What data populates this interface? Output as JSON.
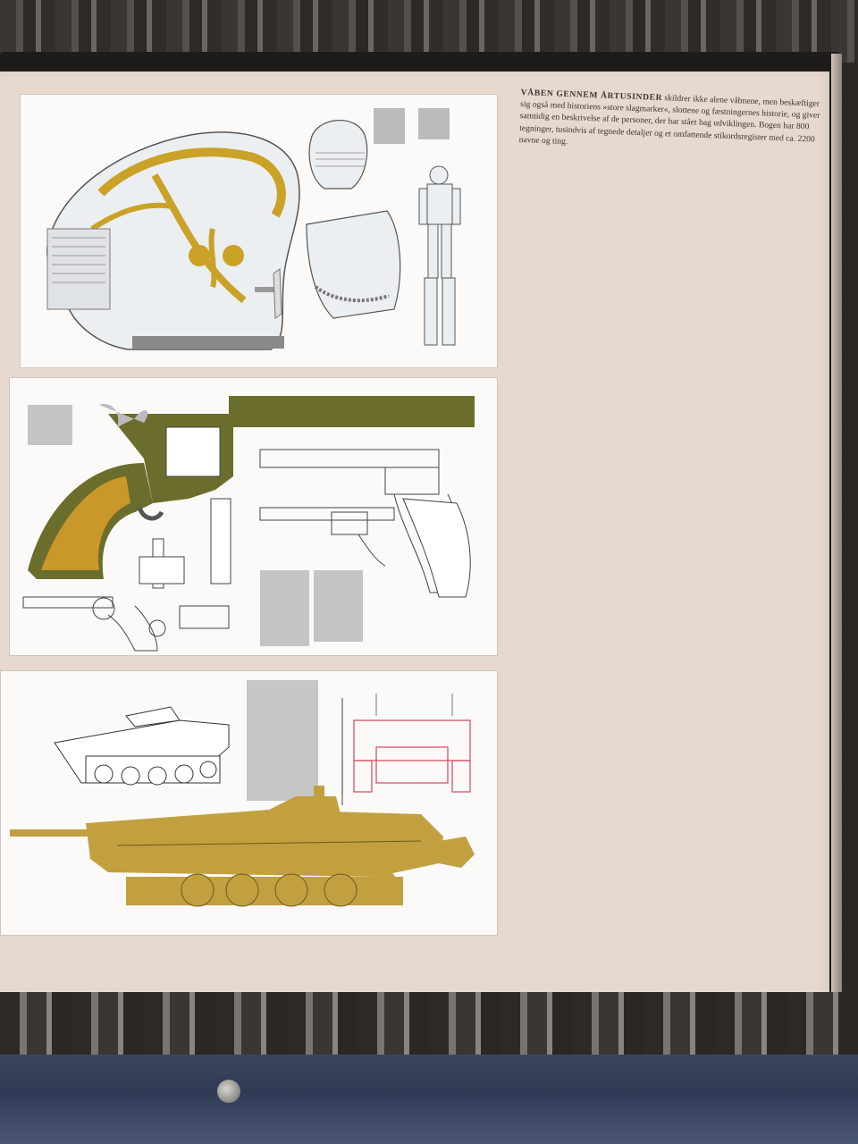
{
  "blurb": {
    "lead": "VÅBEN GENNEM ÅRTUSINDER",
    "body": " skildrer ikke alene våbnene, men beskæftiger sig også med historiens »store slagmarker«, slottene og fæstningernes historie, og giver samtidig en beskrivelse af de personer, der har stået bag udviklingen. Bogen har 800 tegninger, tusindvis af tegnede detaljer og et omfattende stikordsregister med ca. 2200 navne og ting."
  },
  "panels": [
    {
      "subject": "armor"
    },
    {
      "subject": "revolver"
    },
    {
      "subject": "tank"
    }
  ],
  "colors": {
    "cover": "#e7d9cd",
    "gold": "#c9a227",
    "olive": "#6b6d2c",
    "ochre": "#c2a040",
    "red_line": "#d6455a"
  },
  "icons": [
    "helmet-illustration",
    "knight-illustration",
    "revolver-illustration",
    "tank-illustration"
  ]
}
